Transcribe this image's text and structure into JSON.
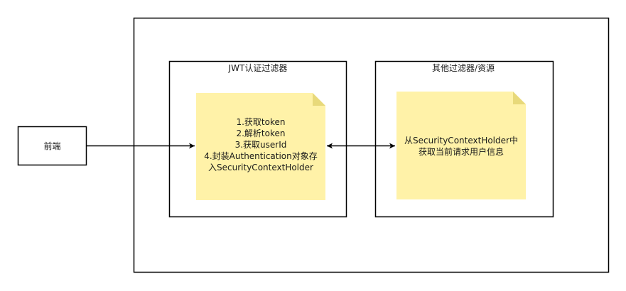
{
  "nodes": {
    "frontend": {
      "label": "前端"
    },
    "jwt_filter": {
      "title": "JWT认证过滤器"
    },
    "jwt_note": {
      "lines": [
        "1.获取token",
        "2.解析token",
        "3.获取userId",
        "4.封装Authentication对象存",
        "入SecurityContextHolder"
      ]
    },
    "other_filter": {
      "title": "其他过滤器/资源"
    },
    "other_note": {
      "lines": [
        "从SecurityContextHolder中",
        "获取当前请求用户信息"
      ]
    }
  },
  "edges": [
    {
      "from": "frontend",
      "to": "jwt_note",
      "type": "arrow"
    },
    {
      "from": "jwt_note",
      "to": "other_note",
      "type": "bidirectional-arrow"
    }
  ],
  "colors": {
    "stroke": "#000000",
    "note_fill": "#fff2a8",
    "note_fold": "#e8d97a",
    "text": "#1a1a1a"
  }
}
